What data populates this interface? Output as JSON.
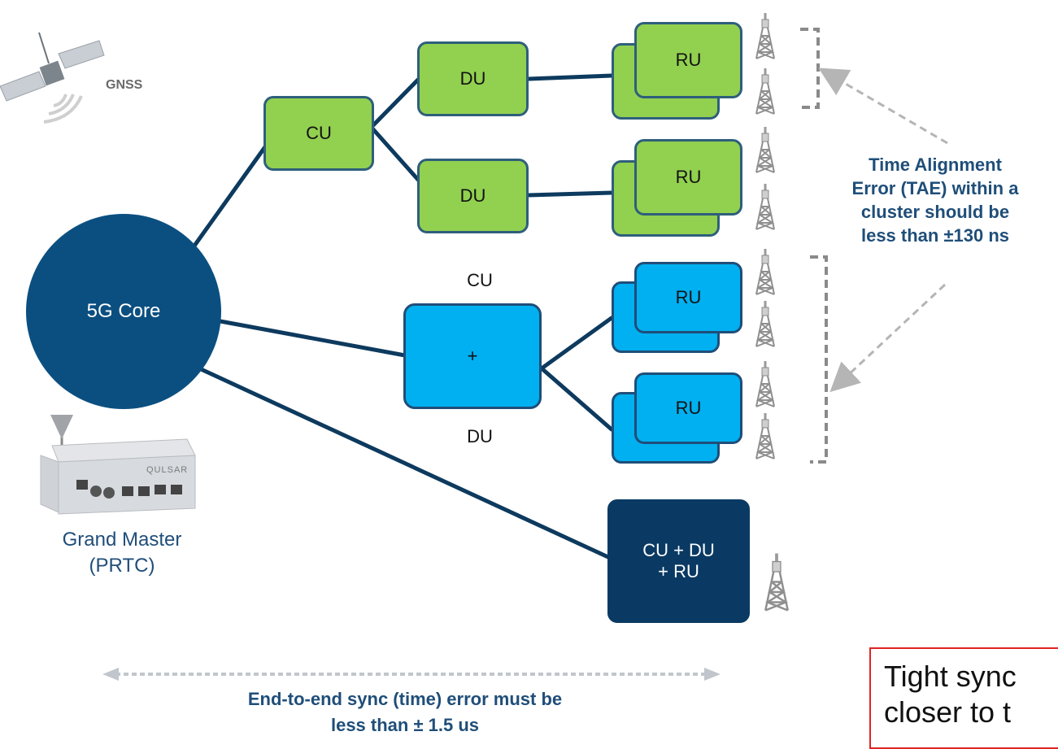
{
  "satellite": {
    "label": "GNSS",
    "icon": "satellite-icon"
  },
  "core": {
    "label": "5G Core"
  },
  "grand_master": {
    "line1": "Grand Master",
    "line2": "(PRTC)",
    "device_icon": "grandmaster-device-icon",
    "brand": "QULSAR"
  },
  "cu_node": {
    "label": "CU"
  },
  "du_nodes": [
    {
      "label": "DU"
    },
    {
      "label": "DU"
    }
  ],
  "ru_nodes": [
    {
      "label": "RU"
    },
    {
      "label": "RU"
    },
    {
      "label": "RU"
    },
    {
      "label": "RU"
    }
  ],
  "cudu_combined": {
    "top": "CU",
    "plus": "+",
    "bottom": "DU"
  },
  "all_in_one": {
    "line1": "CU + DU",
    "line2": "+ RU"
  },
  "tower_icon": "cell-tower-icon",
  "tae_callout": {
    "lines": [
      "Time Alignment",
      "Error (TAE) within a",
      "cluster should be",
      "less than ±130 ns"
    ]
  },
  "e2e_callout": {
    "line1": "End-to-end sync (time) error must be",
    "line2": "less than ± 1.5 us"
  },
  "note_box": {
    "line1": "Tight sync",
    "line2": "closer to t"
  },
  "colors": {
    "green": "#92d050",
    "blue": "#00b0f0",
    "navy": "#0a3a63",
    "core": "#0b4f80",
    "line": "#0d3a5e",
    "callout_text": "#1f4e79",
    "note_border": "#e02424"
  }
}
